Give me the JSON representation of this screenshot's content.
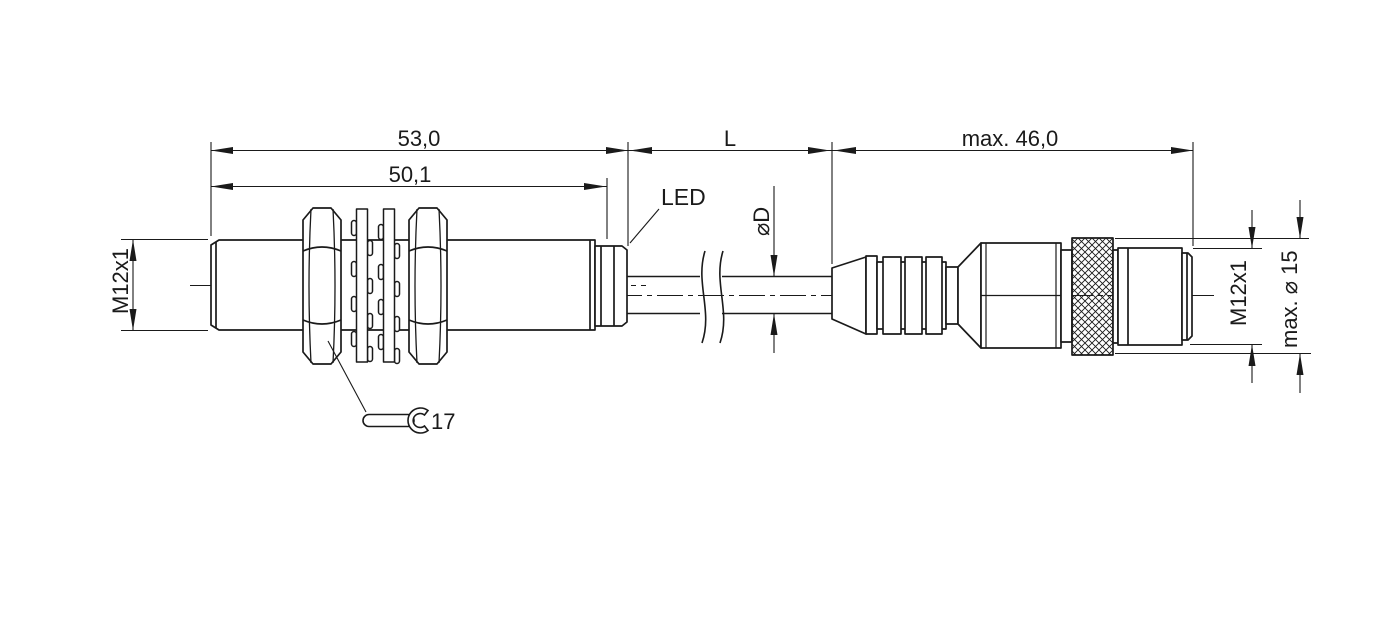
{
  "dims": {
    "overall_length": "53,0",
    "housing_length": "50,1",
    "cable_length": "L",
    "connector_length": "max. 46,0",
    "sensor_thread": "M12x1",
    "cable_diameter": "⌀D",
    "connector_thread": "M12x1",
    "connector_diameter": "max. ⌀ 15",
    "wrench_size": "17",
    "led_label": "LED"
  },
  "colors": {
    "line": "#1a1a1a",
    "background": "#ffffff"
  }
}
